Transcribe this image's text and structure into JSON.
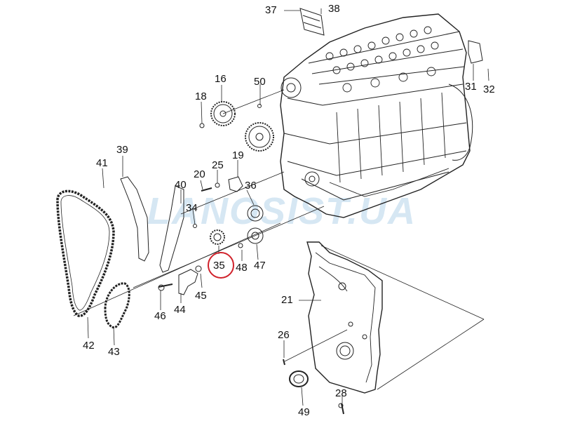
{
  "watermark": "LANOSIST.UA",
  "highlight_color": "#d0222b",
  "highlighted_part": "35",
  "callouts": {
    "c16": "16",
    "c18": "18",
    "c19": "19",
    "c20": "20",
    "c21": "21",
    "c25": "25",
    "c26": "26",
    "c28": "28",
    "c31": "31",
    "c32": "32",
    "c34": "34",
    "c35": "35",
    "c36": "36",
    "c37": "37",
    "c38": "38",
    "c39": "39",
    "c40": "40",
    "c41": "41",
    "c42": "42",
    "c43": "43",
    "c44": "44",
    "c45": "45",
    "c46": "46",
    "c47": "47",
    "c48": "48",
    "c49": "49",
    "c50": "50"
  }
}
